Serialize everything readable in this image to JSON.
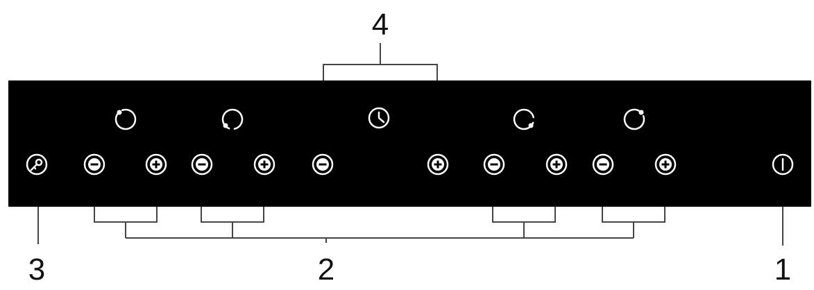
{
  "colors": {
    "panel": "#000000",
    "icon": "#ffffff",
    "lines": "#444444",
    "labels": "#111111"
  },
  "callouts": {
    "power": "1",
    "zone_controls": "2",
    "lock": "3",
    "timer": "4"
  },
  "icons": {
    "lock": "key-icon",
    "power": "power-icon",
    "timer": "clock-icon",
    "zone": "cooking-zone-icon",
    "minus": "minus-icon",
    "plus": "plus-icon"
  }
}
